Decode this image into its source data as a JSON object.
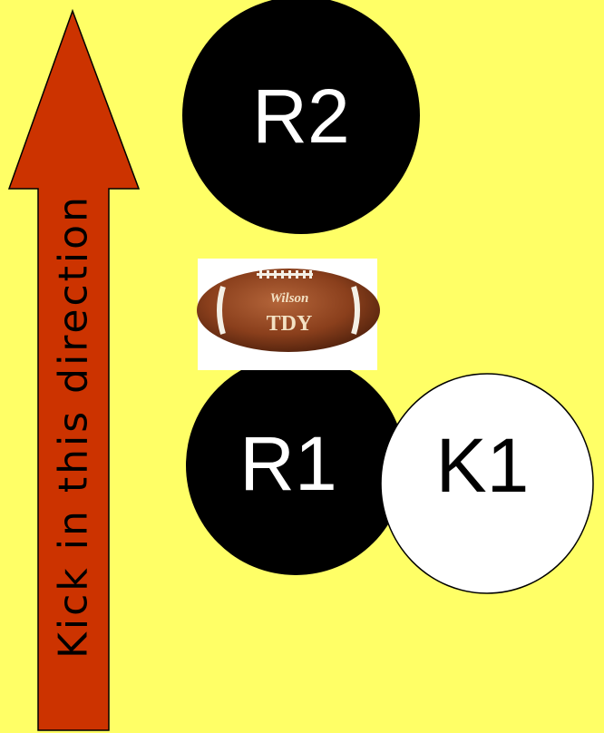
{
  "arrow": {
    "label": "Kick in this direction",
    "color": "#cc3300"
  },
  "players": [
    {
      "id": "R2",
      "label": "R2",
      "fill": "#000000",
      "text_color": "#ffffff"
    },
    {
      "id": "R1",
      "label": "R1",
      "fill": "#000000",
      "text_color": "#ffffff"
    },
    {
      "id": "K1",
      "label": "K1",
      "fill": "#ffffff",
      "text_color": "#000000"
    }
  ],
  "football": {
    "brand": "Wilson",
    "model": "TDY"
  },
  "colors": {
    "background": "#ffff66",
    "ball_leather": "#8a3f1c"
  }
}
